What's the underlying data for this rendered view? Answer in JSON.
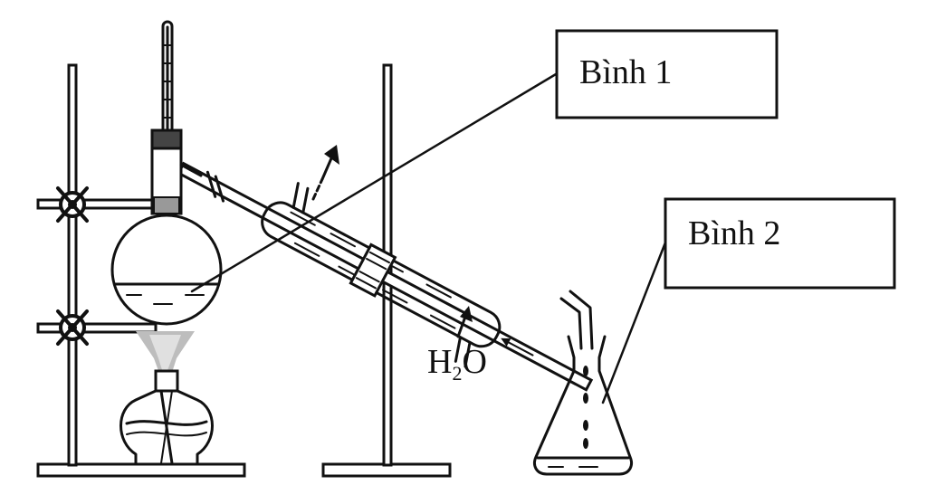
{
  "labels": {
    "flask1": "Bình 1",
    "flask2": "Bình 2",
    "water_main": "H",
    "water_sub": "2",
    "water_end": "O"
  },
  "colors": {
    "ink": "#111111",
    "flame": "#b5b5b5",
    "background": "#ffffff"
  }
}
